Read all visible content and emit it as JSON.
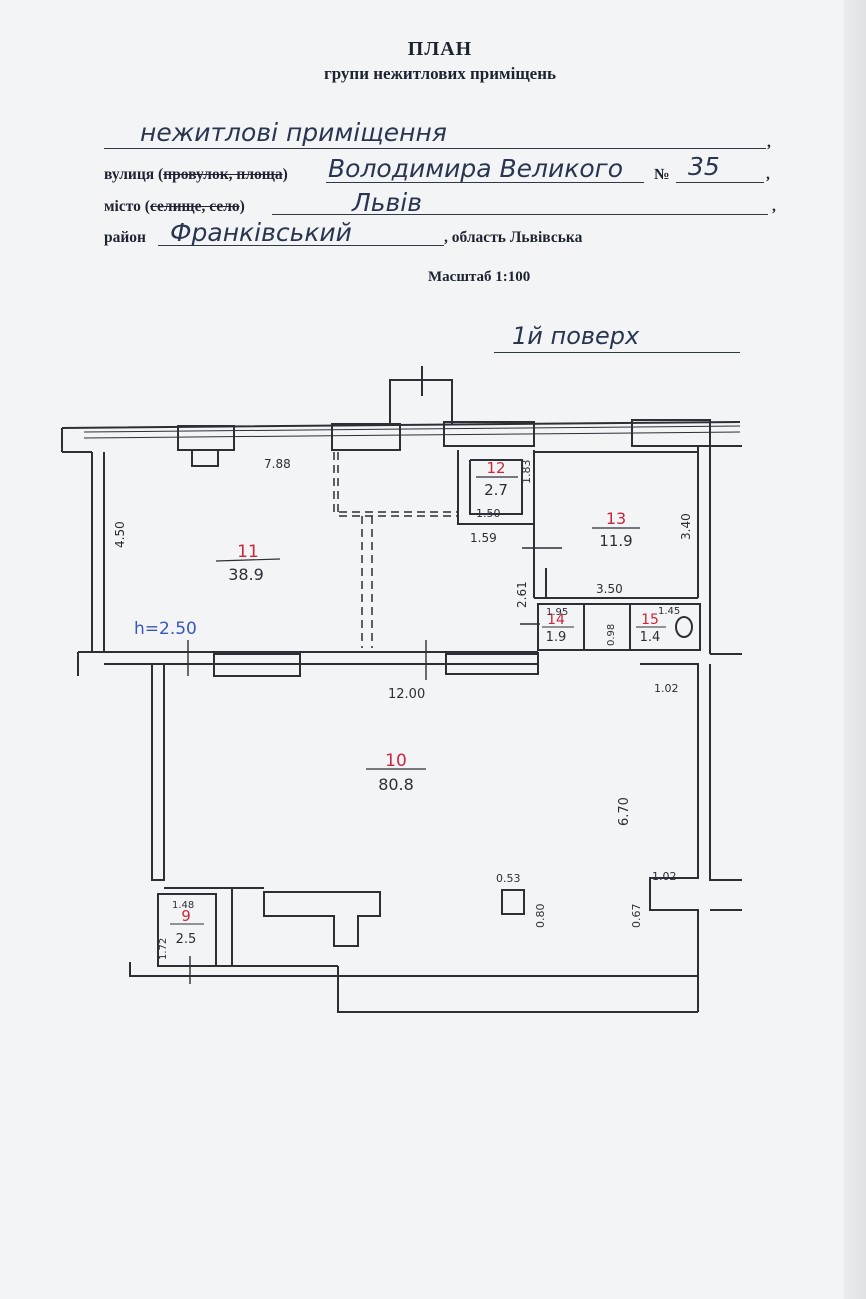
{
  "header": {
    "title": "ПЛАН",
    "subtitle": "групи нежитлових приміщень"
  },
  "form": {
    "object_value": "нежитлові приміщення",
    "street_label": "вулиця (",
    "street_struck": "провулок, площа",
    "street_label_end": ")",
    "street_value": "Володимира Великого",
    "number_label": "№",
    "number_value": "35",
    "city_label": "місто (",
    "city_struck": "селище, село",
    "city_label_end": ")",
    "city_value": "Львів",
    "district_label": "район",
    "district_value": "Франківський",
    "region_label": ", область Львівська",
    "comma": ","
  },
  "scale": "Масштаб 1:100",
  "floor": "1й поверх",
  "rooms": [
    {
      "number": "10",
      "area": "80.8"
    },
    {
      "number": "11",
      "area": "38.9"
    },
    {
      "number": "12",
      "area": "2.7"
    },
    {
      "number": "13",
      "area": "11.9"
    },
    {
      "number": "14",
      "area": "1.9"
    },
    {
      "number": "15",
      "area": "1.4"
    },
    {
      "number": "9",
      "area": "2.5"
    }
  ],
  "height_note": "h=2.50",
  "dimensions": {
    "d_7_88": "7.88",
    "d_4_50": "4.50",
    "d_1_83": "1.83",
    "d_1_50": "1.50",
    "d_1_59": "1.59",
    "d_3_40": "3.40",
    "d_2_61": "2.61",
    "d_3_50": "3.50",
    "d_1_95": "1.95",
    "d_0_98": "0.98",
    "d_1_45": "1.45",
    "d_12_00": "12.00",
    "d_1_02_top": "1.02",
    "d_6_70": "6.70",
    "d_0_53": "0.53",
    "d_0_80": "0.80",
    "d_1_02_bot": "1.02",
    "d_0_67": "0.67",
    "d_1_48": "1.48",
    "d_1_72": "1.72"
  },
  "colors": {
    "room_number": "#c8283a",
    "height_note": "#3a56b8",
    "ink": "#2b2f36"
  }
}
